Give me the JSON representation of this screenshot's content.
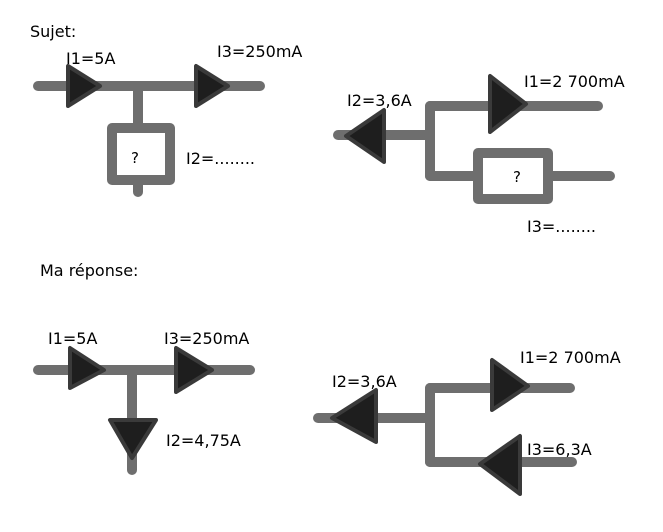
{
  "sujet_title": "Sujet:",
  "reponse_title": "Ma réponse:",
  "sujet": {
    "left": {
      "i1": "I1=5A",
      "i3": "I3=250mA",
      "i2": "I2=........",
      "unknown": "?"
    },
    "right": {
      "i2": "I2=3,6A",
      "i1": "I1=2 700mA",
      "i3": "I3=........",
      "unknown": "?"
    }
  },
  "reponse": {
    "left": {
      "i1": "I1=5A",
      "i3": "I3=250mA",
      "i2": "I2=4,75A"
    },
    "right": {
      "i2": "I2=3,6A",
      "i1": "I1=2 700mA",
      "i3": "I3=6,3A"
    }
  }
}
